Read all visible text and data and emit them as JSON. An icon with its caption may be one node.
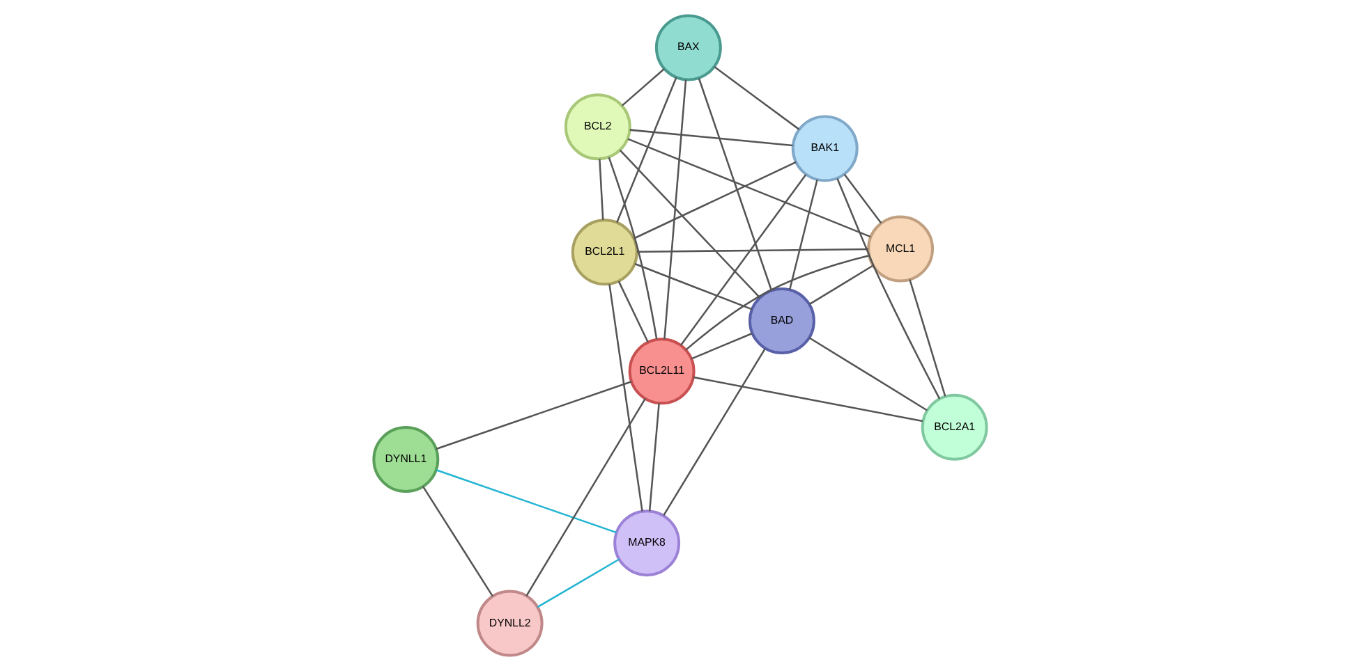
{
  "diagram": {
    "nodes": [
      {
        "text": [
          "DYNLL1"
        ]
      },
      {
        "text": [
          "MAPK8"
        ]
      },
      {
        "text": [
          "DYNLL2"
        ]
      },
      {
        "text": [
          "BCL2L1"
        ]
      },
      {
        "text": [
          "BCL2L11"
        ]
      },
      {
        "text": [
          "BAX"
        ]
      },
      {
        "text": [
          "BAD"
        ]
      },
      {
        "text": [
          "BCL2A1"
        ]
      },
      {
        "text": [
          "BCL2"
        ]
      },
      {
        "text": [
          "BAK1"
        ]
      },
      {
        "text": [
          "MCL1"
        ]
      }
    ],
    "edges": [
      {
        "from": 0,
        "to": 1,
        "arrow": "none",
        "color": "#23b4d2"
      },
      {
        "from": 0,
        "to": 2,
        "arrow": "none"
      },
      {
        "from": 0,
        "to": 4,
        "arrow": "none"
      },
      {
        "from": 1,
        "to": 2,
        "arrow": "none",
        "color": "#23b4d2"
      },
      {
        "from": 2,
        "to": 4,
        "arrow": "none"
      },
      {
        "from": 1,
        "to": 3,
        "arrow": "none"
      },
      {
        "from": 1,
        "to": 4,
        "arrow": "none"
      },
      {
        "from": 1,
        "to": 6,
        "arrow": "none"
      },
      {
        "from": 3,
        "to": 4,
        "arrow": "none"
      },
      {
        "from": 3,
        "to": 5,
        "arrow": "none"
      },
      {
        "from": 3,
        "to": 6,
        "arrow": "none"
      },
      {
        "from": 3,
        "to": 8,
        "arrow": "none"
      },
      {
        "from": 3,
        "to": 9,
        "arrow": "none"
      },
      {
        "from": 3,
        "to": 10,
        "arrow": "none"
      },
      {
        "from": 4,
        "to": 5,
        "arrow": "none"
      },
      {
        "from": 4,
        "to": 6,
        "arrow": "none"
      },
      {
        "from": 4,
        "to": 8,
        "arrow": "none"
      },
      {
        "from": 4,
        "to": 9,
        "arrow": "none"
      },
      {
        "from": 4,
        "to": 10,
        "arrow": "none"
      },
      {
        "from": 4,
        "to": 7,
        "arrow": "none"
      },
      {
        "from": 5,
        "to": 6,
        "arrow": "none"
      },
      {
        "from": 5,
        "to": 8,
        "arrow": "none"
      },
      {
        "from": 5,
        "to": 9,
        "arrow": "none"
      },
      {
        "from": 6,
        "to": 8,
        "arrow": "none"
      },
      {
        "from": 6,
        "to": 9,
        "arrow": "none"
      },
      {
        "from": 6,
        "to": 10,
        "arrow": "none"
      },
      {
        "from": 6,
        "to": 7,
        "arrow": "none"
      },
      {
        "from": 8,
        "to": 9,
        "arrow": "none"
      },
      {
        "from": 8,
        "to": 10,
        "arrow": "none"
      },
      {
        "from": 9,
        "to": 10,
        "arrow": "none"
      },
      {
        "from": 9,
        "to": 7,
        "arrow": "none"
      },
      {
        "from": 10,
        "to": 7,
        "arrow": "none"
      }
    ]
  }
}
